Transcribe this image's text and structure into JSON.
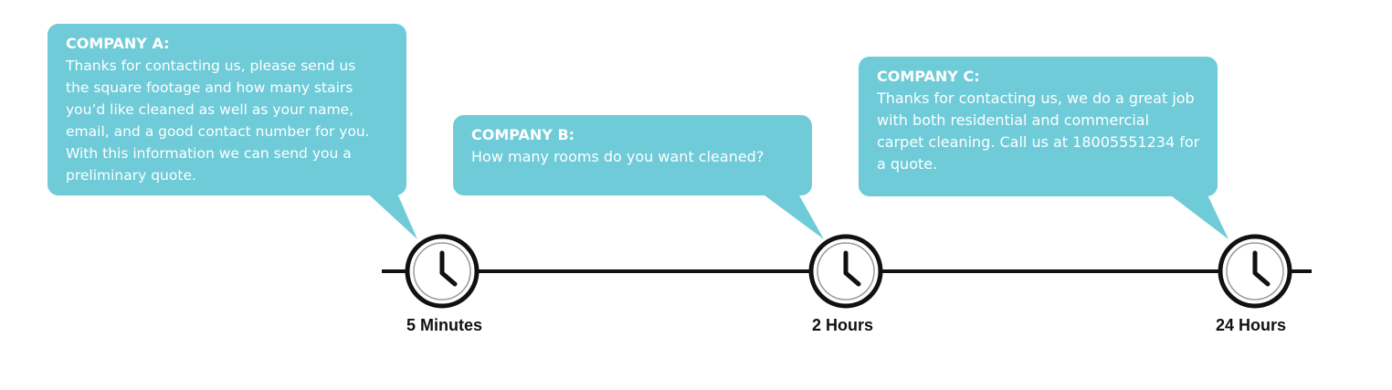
{
  "colors": {
    "bubble": "#6fcbd8",
    "bubble_text": "#ffffff",
    "timeline": "#111111",
    "clock_face": "#ffffff"
  },
  "bubbles": [
    {
      "title": "COMPANY A:",
      "lines": [
        "Thanks for contacting us, please send us",
        "the square footage and how many stairs",
        "you’d like cleaned as well as your name,",
        "email, and a good contact number for you.",
        "With this information we can send you a",
        "preliminary quote."
      ]
    },
    {
      "title": "COMPANY B:",
      "lines": [
        "How many rooms do you want cleaned?"
      ]
    },
    {
      "title": "COMPANY C:",
      "lines": [
        "Thanks for contacting us, we do a great job",
        "with both residential and commercial",
        "carpet cleaning. Call us at 18005551234 for",
        "a quote."
      ]
    }
  ],
  "milestones": [
    {
      "label": "5 Minutes",
      "icon": "clock-icon"
    },
    {
      "label": "2 Hours",
      "icon": "clock-icon"
    },
    {
      "label": "24 Hours",
      "icon": "clock-icon"
    }
  ]
}
